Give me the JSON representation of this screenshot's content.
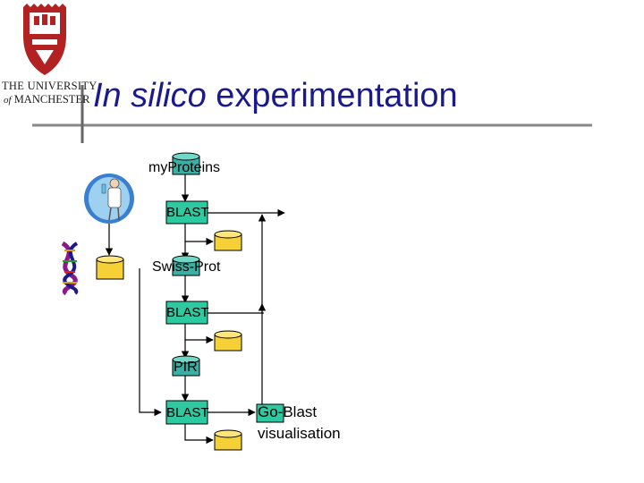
{
  "logo": {
    "line1": "THE UNIVERSITY",
    "line2_of": "of",
    "line2_name": "MANCHESTER"
  },
  "title": {
    "italic": "In silico",
    "rest": " experimentation"
  },
  "diagram": {
    "source_db": "myProteins",
    "tools": [
      "BLAST",
      "BLAST",
      "BLAST"
    ],
    "databases": [
      "Swiss-Prot",
      "PIR"
    ],
    "visualiser_line1": "Go-Blast",
    "visualiser_line2": "visualisation"
  },
  "colors": {
    "title": "#1a1a8c",
    "logo": "#b22222",
    "tool_fill": "#2ec9a0",
    "db_fill": "#f5d037",
    "db_top": "#ffe67a",
    "source_fill": "#3ab0a4"
  }
}
